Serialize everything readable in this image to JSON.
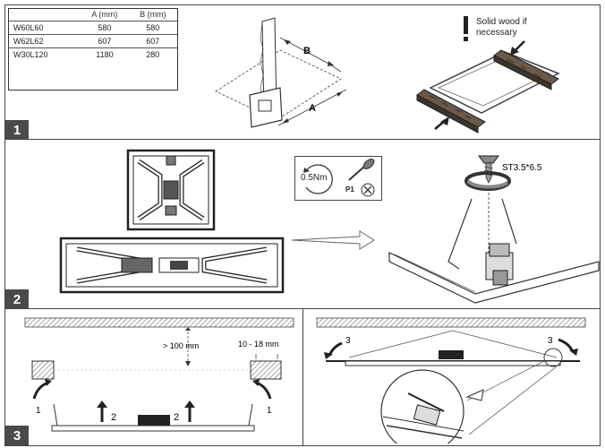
{
  "dimensions_table": {
    "headers": [
      "",
      "A (mm)",
      "B (mm)"
    ],
    "rows": [
      {
        "model": "W60L60",
        "a": "580",
        "b": "580"
      },
      {
        "model": "W62L62",
        "a": "607",
        "b": "607"
      },
      {
        "model": "W30L120",
        "a": "1180",
        "b": "280"
      }
    ]
  },
  "steps": {
    "step1": {
      "number": "1",
      "cutout_label_a": "A",
      "cutout_label_b": "B",
      "warning_text": "Solid wood if necessary"
    },
    "step2": {
      "number": "2",
      "torque": "0.5Nm",
      "screwdriver": "P1",
      "screw_spec": "ST3.5*6.5"
    },
    "step3": {
      "number": "3",
      "clearance": "> 100 mm",
      "ceiling_thickness": "10 - 18 mm",
      "action_1": "1",
      "action_2": "2",
      "action_3": "3"
    }
  }
}
